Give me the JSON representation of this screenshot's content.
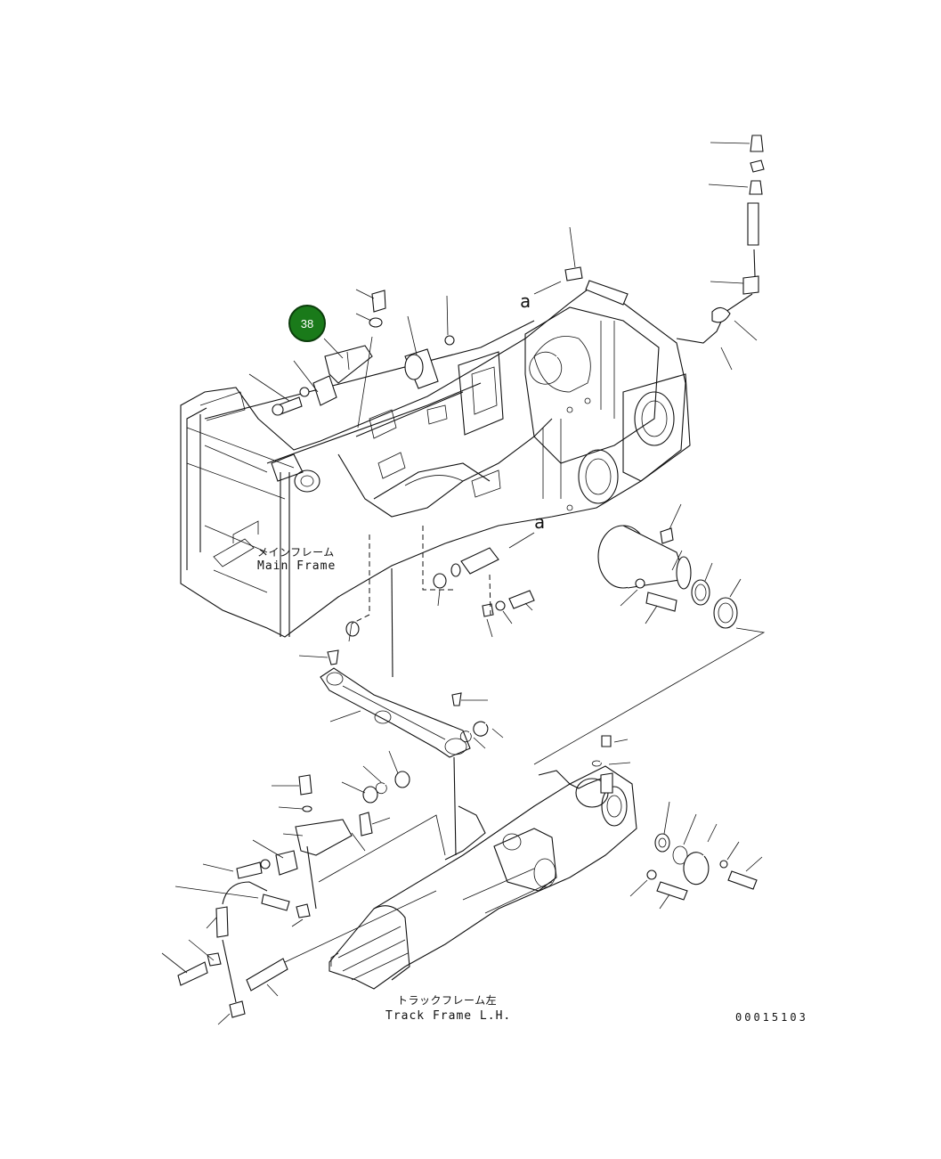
{
  "labels": {
    "main_frame_jp": "メインフレーム",
    "main_frame_en": "Main Frame",
    "track_frame_jp": "トラックフレーム左",
    "track_frame_en": "Track Frame L.H.",
    "section_mark_1": "a",
    "section_mark_2": "a",
    "drawing_number": "00015103"
  },
  "callout": {
    "number": "38",
    "color": "#1a7a1a"
  }
}
